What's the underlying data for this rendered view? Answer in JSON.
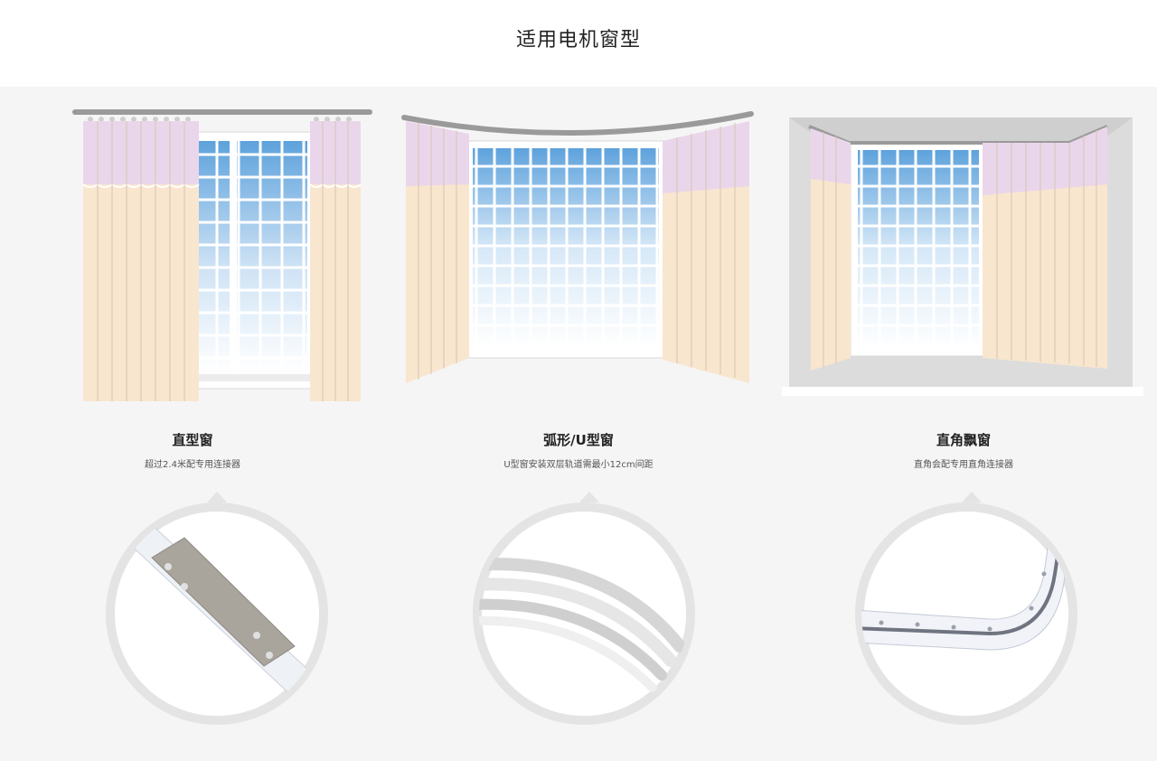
{
  "header": {
    "title": "适用电机窗型"
  },
  "window_types": [
    {
      "name": "直型窗",
      "desc": "超过2.4米配专用连接器",
      "detail_icon": "straight-track-connector"
    },
    {
      "name": "弧形/U型窗",
      "desc": "U型窗安装双层轨道需最小12cm间距",
      "detail_icon": "curved-track"
    },
    {
      "name": "直角飘窗",
      "desc": "直角会配专用直角连接器",
      "detail_icon": "right-angle-connector"
    }
  ],
  "colors": {
    "background": "#f5f5f5",
    "curtain_top": "#ead6ea",
    "curtain_body": "#f9e6cf",
    "sky": "#6aa9de",
    "rail": "#9a9a9a",
    "detail_ring": "#e4e4e4"
  }
}
